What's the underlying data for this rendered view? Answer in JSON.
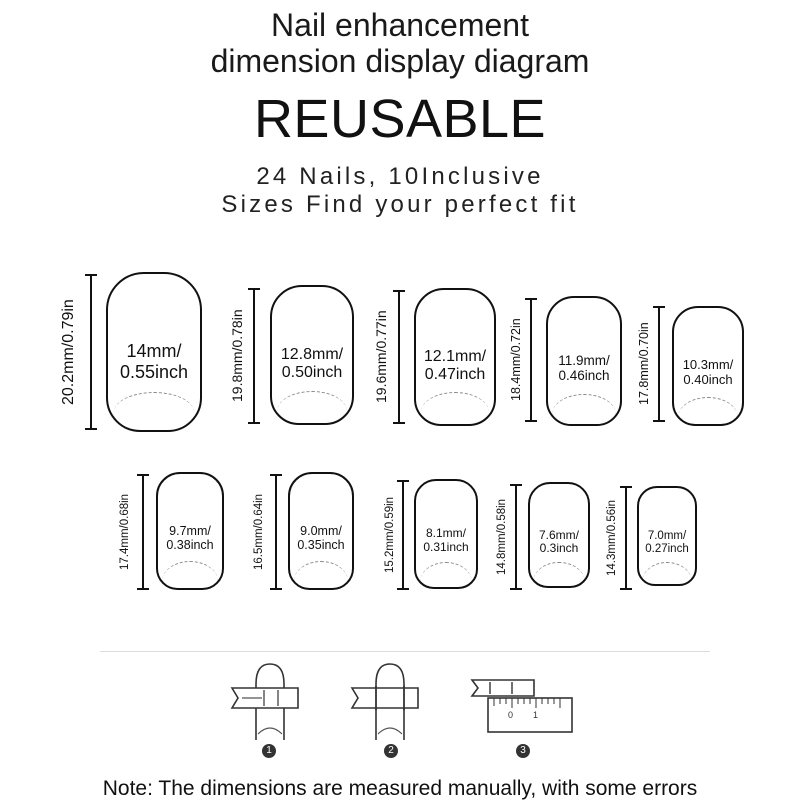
{
  "header": {
    "title_line1": "Nail enhancement",
    "title_line2": "dimension display diagram",
    "headline": "REUSABLE",
    "subtitle_line1": "24 Nails, 10Inclusive",
    "subtitle_line2": "Sizes Find your perfect fit"
  },
  "nails_row1": [
    {
      "length": "20.2mm/0.79in",
      "width_mm": "14mm/",
      "width_in": "0.55inch"
    },
    {
      "length": "19.8mm/0.78in",
      "width_mm": "12.8mm/",
      "width_in": "0.50inch"
    },
    {
      "length": "19.6mm/0.77in",
      "width_mm": "12.1mm/",
      "width_in": "0.47inch"
    },
    {
      "length": "18.4mm/0.72in",
      "width_mm": "11.9mm/",
      "width_in": "0.46inch"
    },
    {
      "length": "17.8mm/0.70in",
      "width_mm": "10.3mm/",
      "width_in": "0.40inch"
    }
  ],
  "nails_row2": [
    {
      "length": "17.4mm/0.68in",
      "width_mm": "9.7mm/",
      "width_in": "0.38inch"
    },
    {
      "length": "16.5mm/0.64in",
      "width_mm": "9.0mm/",
      "width_in": "0.35inch"
    },
    {
      "length": "15.2mm/0.59in",
      "width_mm": "8.1mm/",
      "width_in": "0.31inch"
    },
    {
      "length": "14.8mm/0.58in",
      "width_mm": "7.6mm/",
      "width_in": "0.3inch"
    },
    {
      "length": "14.3mm/0.56in",
      "width_mm": "7.0mm/",
      "width_in": "0.27inch"
    }
  ],
  "steps": [
    {
      "number": "1"
    },
    {
      "number": "2"
    },
    {
      "number": "3",
      "ruler_ticks": [
        "0",
        "1"
      ]
    }
  ],
  "footer": {
    "note": "Note: The dimensions are measured manually, with some errors"
  }
}
